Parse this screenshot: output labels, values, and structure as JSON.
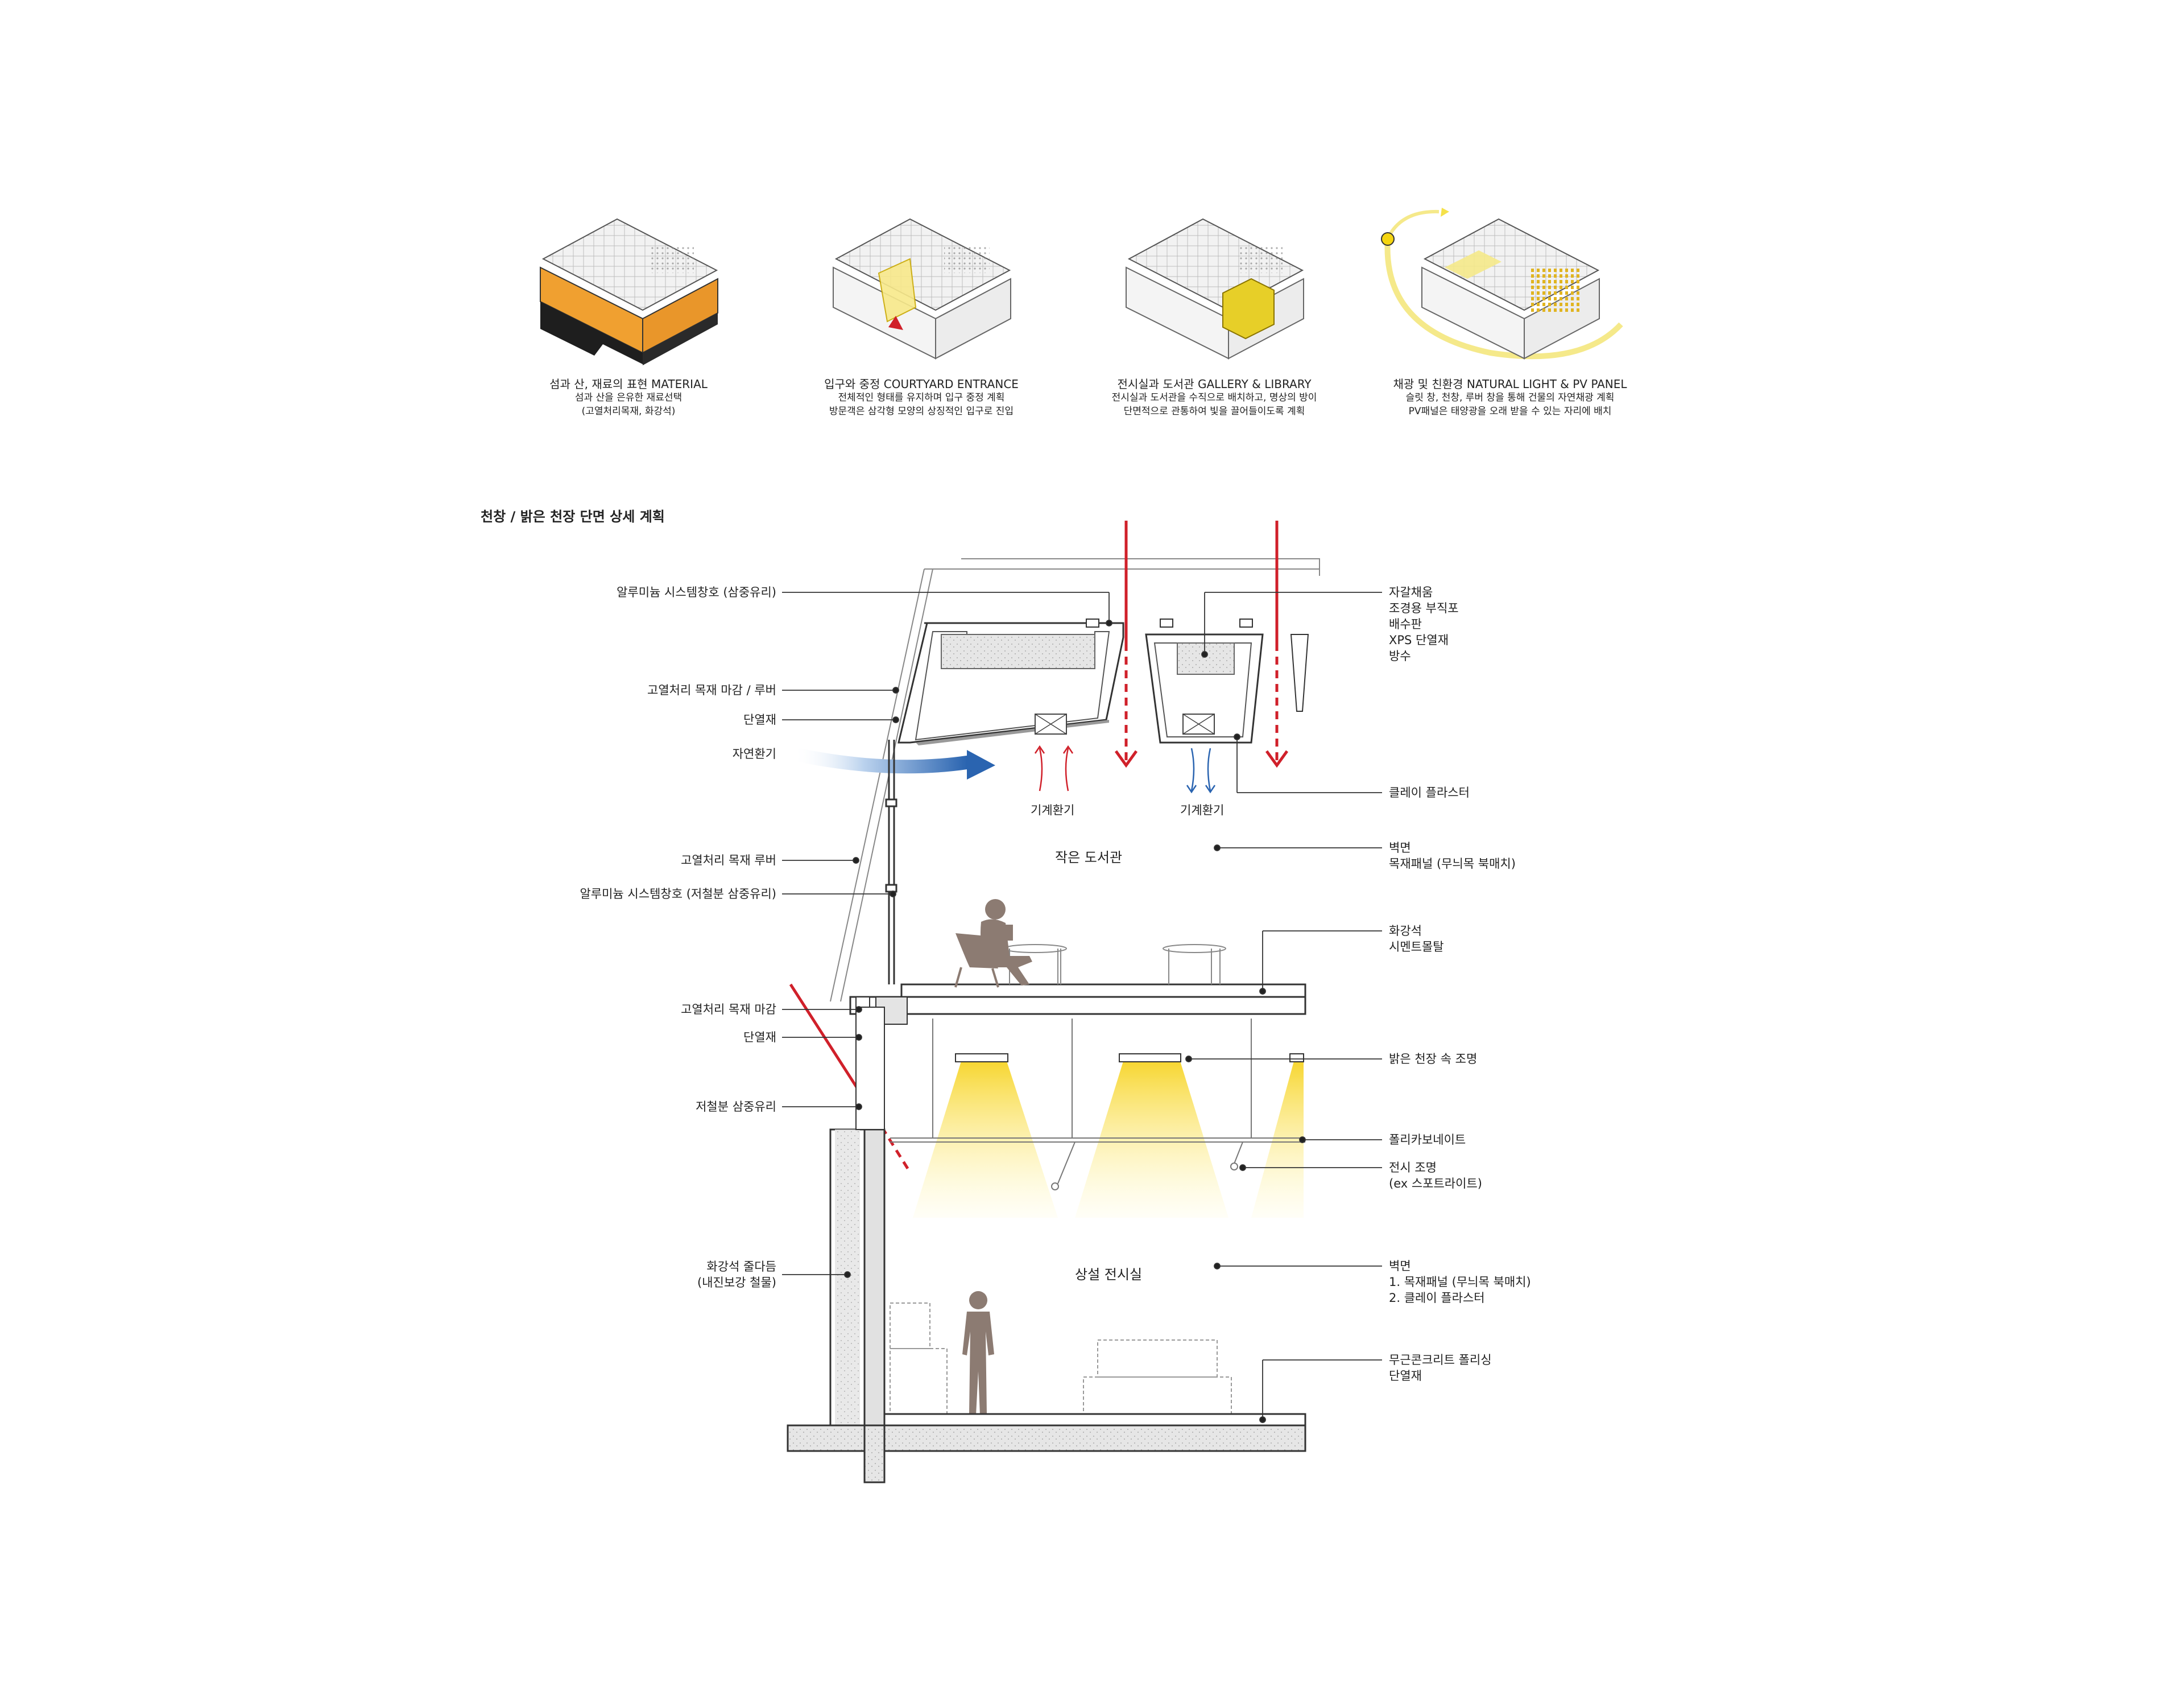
{
  "axonometrics": [
    {
      "title": "섬과 산, 재료의 표현 MATERIAL",
      "line1": "섬과 산을 은유한 재료선택",
      "line2": "(고열처리목재, 화강석)"
    },
    {
      "title": "입구와 중정 COURTYARD ENTRANCE",
      "line1": "전체적인 형태를 유지하며 입구 중정 계획",
      "line2": "방문객은 삼각형 모양의 상징적인 입구로 진입"
    },
    {
      "title": "전시실과 도서관 GALLERY & LIBRARY",
      "line1": "전시실과 도서관을 수직으로 배치하고, 명상의 방이",
      "line2": "단면적으로 관통하여 빛을 끌어들이도록 계획"
    },
    {
      "title": "채광 및 친환경 NATURAL LIGHT & PV PANEL",
      "line1": "슬릿 창, 천창, 루버 창을 통해 건물의 자연채광 계획",
      "line2": "PV패널은 태양광을 오래 받을 수 있는 자리에 배치"
    }
  ],
  "section_title": "천창 / 밝은 천장 단면 상세 계획",
  "left_labels": {
    "alu_triple": "알루미늄 시스템창호 (삼중유리)",
    "wood_finish_louver": "고열처리 목재 마감 / 루버",
    "insulation_1": "단열재",
    "natural_vent": "자연환기",
    "wood_louver": "고열처리 목재 루버",
    "alu_lowiron": "알루미늄 시스템창호 (저철분 삼중유리)",
    "wood_finish": "고열처리 목재 마감",
    "insulation_2": "단열재",
    "lowiron_glass": "저철분 삼중유리",
    "granite_1": "화강석 줄다듬",
    "granite_2": "(내진보강 철물)"
  },
  "right_labels": {
    "roof_1": "자갈채움",
    "roof_2": "조경용 부직포",
    "roof_3": "배수판",
    "roof_4": "XPS 단열재",
    "roof_5": "방수",
    "clay": "클레이 플라스터",
    "wall_1": "벽면",
    "wall_2": "목재패널 (무늬목 북매치)",
    "floor_1": "화강석",
    "floor_2": "시멘트몰탈",
    "light": "밝은 천장 속 조명",
    "polycarb": "폴리카보네이트",
    "spot_1": "전시 조명",
    "spot_2": "(ex 스포트라이트)",
    "wall2_1": "벽면",
    "wall2_2": "1. 목재패널 (무늬목 북매치)",
    "wall2_3": "2. 클레이 플라스터",
    "slab_1": "무근콘크리트 폴리싱",
    "slab_2": "단열재"
  },
  "mech_vent_1": "기계환기",
  "mech_vent_2": "기계환기",
  "room_library": "작은 도서관",
  "room_gallery": "상설 전시실",
  "colors": {
    "orange": "#f0a030",
    "yellow": "#f5e14a",
    "red": "#d0202a",
    "blue": "#2a64b0",
    "figure": "#8c7b72",
    "concrete": "#d9d9d9"
  }
}
